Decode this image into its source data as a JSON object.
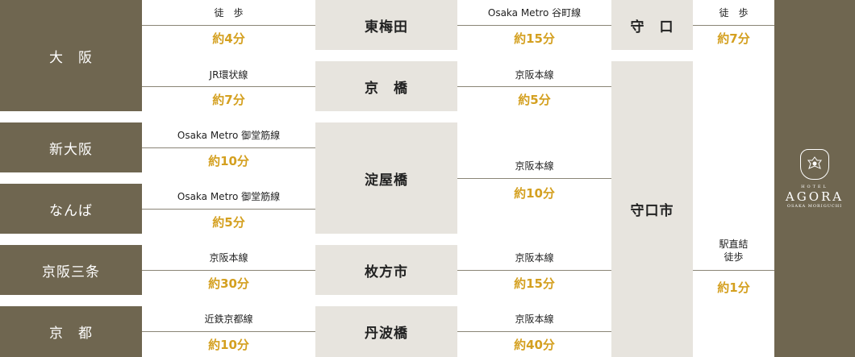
{
  "origins": {
    "osaka": "大　阪",
    "shin_osaka": "新大阪",
    "namba": "なんば",
    "keihan_sanjo": "京阪三条",
    "kyoto": "京　都"
  },
  "stations": {
    "higashi_umeda": "東梅田",
    "kyobashi": "京　橋",
    "yodoyabashi": "淀屋橋",
    "hirakatashi": "枚方市",
    "tambabashi": "丹波橋",
    "moriguchi": "守　口",
    "moriguchishi": "守口市"
  },
  "segments": {
    "osaka_to_higashiumeda": {
      "line": "徒　歩",
      "time": "約4分"
    },
    "osaka_to_kyobashi": {
      "line": "JR環状線",
      "time": "約7分"
    },
    "shinosaka_to_yodoyabashi": {
      "line": "Osaka Metro 御堂筋線",
      "time": "約10分"
    },
    "namba_to_yodoyabashi": {
      "line": "Osaka Metro 御堂筋線",
      "time": "約5分"
    },
    "sanjo_to_hirakata": {
      "line": "京阪本線",
      "time": "約30分"
    },
    "kyoto_to_tambabashi": {
      "line": "近鉄京都線",
      "time": "約10分"
    },
    "higashiumeda_to_moriguchi": {
      "line": "Osaka Metro 谷町線",
      "time": "約15分"
    },
    "kyobashi_to_moriguchishi": {
      "line": "京阪本線",
      "time": "約5分"
    },
    "yodoyabashi_to_moriguchishi": {
      "line": "京阪本線",
      "time": "約10分"
    },
    "hirakata_to_moriguchishi": {
      "line": "京阪本線",
      "time": "約15分"
    },
    "tambabashi_to_moriguchishi": {
      "line": "京阪本線",
      "time": "約40分"
    },
    "moriguchi_to_hotel": {
      "line": "徒　歩",
      "time": "約7分"
    },
    "moriguchishi_to_hotel": {
      "line1": "駅直結",
      "line2": "徒歩",
      "time": "約1分"
    }
  },
  "hotel": {
    "small": "HOTEL",
    "name": "AGORA",
    "sub": "OSAKA MORIGUCHI"
  }
}
